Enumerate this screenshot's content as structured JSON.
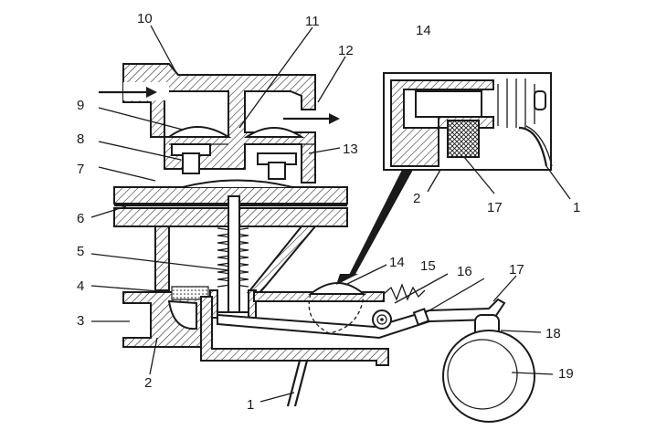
{
  "labels": [
    {
      "id": "l10",
      "text": "10"
    },
    {
      "id": "l11",
      "text": "11"
    },
    {
      "id": "l12",
      "text": "12"
    },
    {
      "id": "l14top",
      "text": "14"
    },
    {
      "id": "l9",
      "text": "9"
    },
    {
      "id": "l8",
      "text": "8"
    },
    {
      "id": "l13",
      "text": "13"
    },
    {
      "id": "l7",
      "text": "7"
    },
    {
      "id": "l2top",
      "text": "2"
    },
    {
      "id": "l17top",
      "text": "17"
    },
    {
      "id": "l1top",
      "text": "1"
    },
    {
      "id": "l6",
      "text": "6"
    },
    {
      "id": "l5",
      "text": "5"
    },
    {
      "id": "l14",
      "text": "14"
    },
    {
      "id": "l15",
      "text": "15"
    },
    {
      "id": "l16",
      "text": "16"
    },
    {
      "id": "l17",
      "text": "17"
    },
    {
      "id": "l4",
      "text": "4"
    },
    {
      "id": "l3",
      "text": "3"
    },
    {
      "id": "l18",
      "text": "18"
    },
    {
      "id": "l2",
      "text": "2"
    },
    {
      "id": "l19",
      "text": "19"
    },
    {
      "id": "l1",
      "text": "1"
    }
  ],
  "colors": {
    "ink": "#1a1a1a",
    "background": "#ffffff"
  }
}
